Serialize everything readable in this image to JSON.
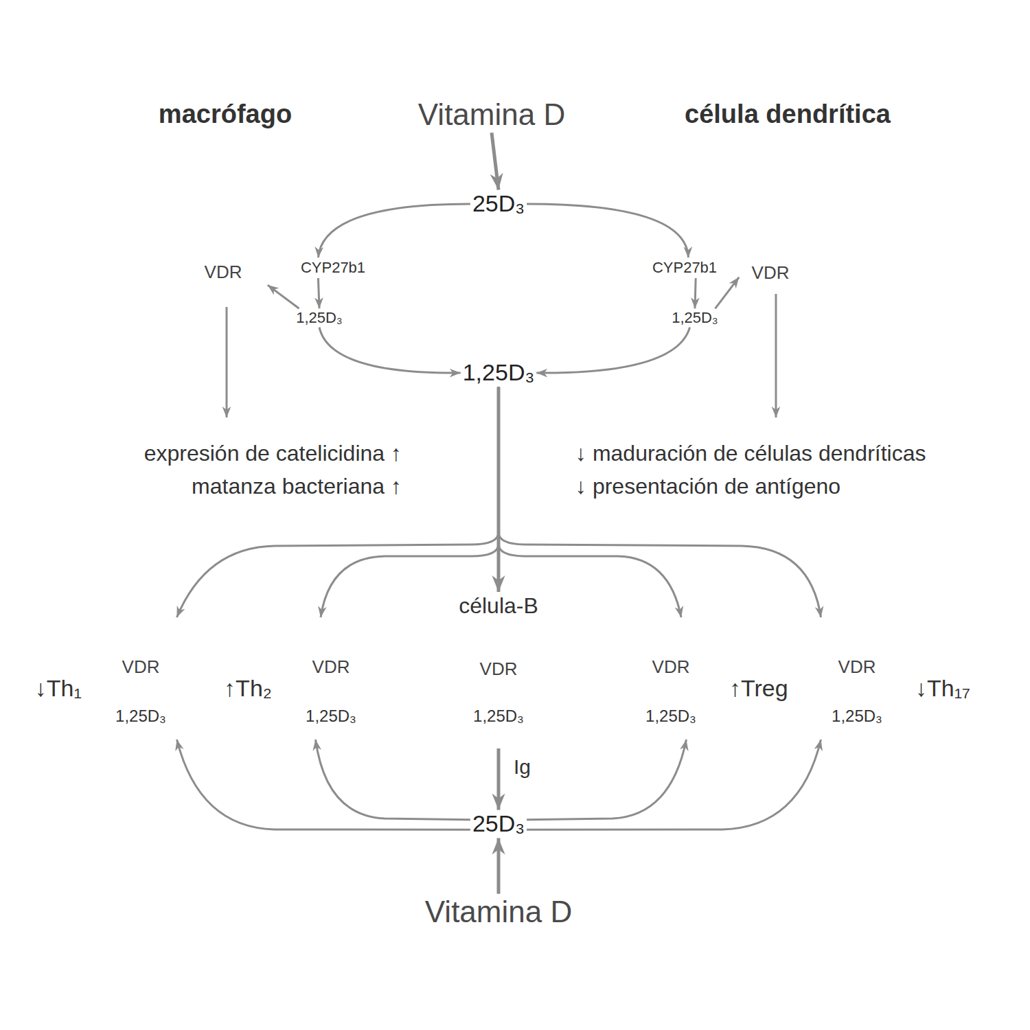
{
  "diagram": {
    "nodes": [
      {
        "text": [
          "Vitamina D"
        ]
      },
      {
        "text": [
          "25D₃"
        ]
      },
      {
        "text": [
          "macrófago"
        ]
      },
      {
        "text": [
          "VDR"
        ],
        "in": 2
      },
      {
        "text": [
          "CYP27b1"
        ],
        "in": 2
      },
      {
        "text": [
          "1,25D₃"
        ],
        "in": 2
      },
      {
        "text": [
          "célula dendrítica"
        ]
      },
      {
        "text": [
          "CYP27b1"
        ],
        "in": 6
      },
      {
        "text": [
          "1,25D₃"
        ],
        "in": 6
      },
      {
        "text": [
          "VDR"
        ],
        "in": 6
      },
      {
        "text": [
          "1,25D₃"
        ]
      },
      {
        "text": [
          "↓Th₁",
          "1,25D₃"
        ]
      },
      {
        "text": [
          "VDR"
        ],
        "in": 11
      },
      {
        "text": [
          "↑Th₂",
          "1,25D₃"
        ]
      },
      {
        "text": [
          "VDR"
        ],
        "in": 13
      },
      {
        "text": [
          "célula-B",
          "1,25D₃"
        ]
      },
      {
        "text": [
          "VDR"
        ],
        "in": 15
      },
      {
        "text": [
          "↑Treg",
          "1,25D₃"
        ]
      },
      {
        "text": [
          "VDR"
        ],
        "in": 17
      },
      {
        "text": [
          "↓Th₁₇",
          "1,25D₃"
        ]
      },
      {
        "text": [
          "VDR"
        ],
        "in": 19
      },
      {
        "text": [
          "25D₃"
        ]
      },
      {
        "text": [
          "Vitamina D"
        ]
      }
    ],
    "edges": [
      {
        "from": 0,
        "to": 1,
        "arrow": "to"
      },
      {
        "from": 1,
        "to": 4,
        "arrow": "to"
      },
      {
        "from": 1,
        "to": 7,
        "arrow": "to"
      },
      {
        "from": 4,
        "to": 5,
        "arrow": "to"
      },
      {
        "from": 5,
        "to": 3,
        "arrow": "to"
      },
      {
        "from": 7,
        "to": 8,
        "arrow": "to"
      },
      {
        "from": 8,
        "to": 9,
        "arrow": "to"
      },
      {
        "from": 5,
        "to": 10,
        "arrow": "to"
      },
      {
        "from": 8,
        "to": 10,
        "arrow": "to"
      },
      {
        "from": 10,
        "to": 11,
        "arrow": "to"
      },
      {
        "from": 10,
        "to": 13,
        "arrow": "to"
      },
      {
        "from": 10,
        "to": 15,
        "arrow": "to"
      },
      {
        "from": 10,
        "to": 17,
        "arrow": "to"
      },
      {
        "from": 10,
        "to": 19,
        "arrow": "to"
      },
      {
        "from": 15,
        "to": 21,
        "label": "Ig",
        "arrow": "to"
      },
      {
        "from": 21,
        "to": 11,
        "arrow": "to"
      },
      {
        "from": 21,
        "to": 13,
        "arrow": "to"
      },
      {
        "from": 21,
        "to": 17,
        "arrow": "to"
      },
      {
        "from": 21,
        "to": 19,
        "arrow": "to"
      },
      {
        "from": 22,
        "to": 21,
        "arrow": "to"
      }
    ],
    "labels": [
      "expresión de catelicidina ↑",
      "matanza bacteriana ↑",
      "↓ maduración de células dendríticas",
      "↓ presentación de antígeno"
    ]
  }
}
